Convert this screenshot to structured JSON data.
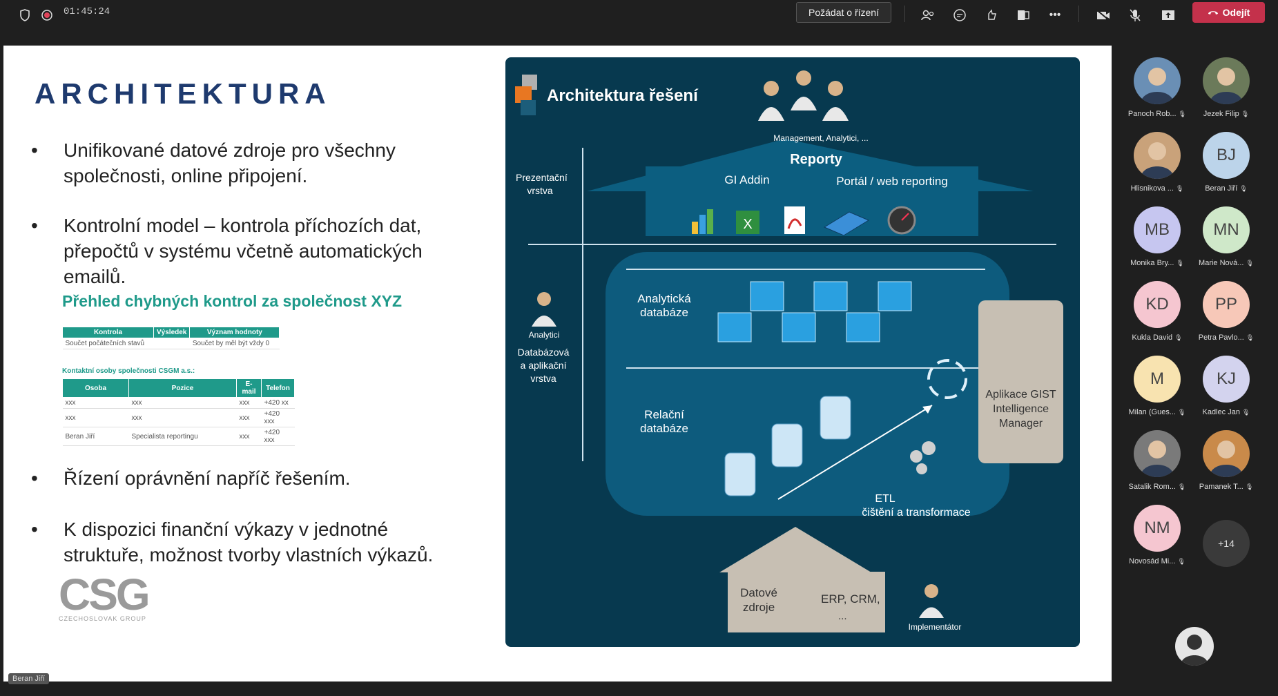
{
  "topbar": {
    "timer": "01:45:24",
    "control_btn": "Požádat o řízení",
    "leave_btn": "Odejít"
  },
  "slide": {
    "title": "ARCHITEKTURA",
    "bullets": [
      [
        "Unifikované datové zdroje pro všechny",
        "společnosti, online připojení."
      ],
      [
        "Kontrolní model – kontrola příchozích dat,",
        "přepočtů v systému včetně automatických",
        "emailů."
      ],
      [
        "Řízení oprávnění napříč řešením."
      ],
      [
        "K dispozici finanční výkazy v jednotné",
        "struktuře, možnost tvorby vlastních výkazů."
      ]
    ],
    "subhead": "Přehled chybných kontrol za společnost XYZ",
    "table1": {
      "headers": [
        "Kontrola",
        "Výsledek",
        "Význam hodnoty"
      ],
      "rows": [
        [
          "Součet počátečních stavů",
          "",
          "Součet by měl být vždy 0"
        ]
      ]
    },
    "table2_caption": "Kontaktní osoby společnosti CSGM a.s.:",
    "table2": {
      "headers": [
        "Osoba",
        "Pozice",
        "E-mail",
        "Telefon"
      ],
      "rows": [
        [
          "xxx",
          "xxx",
          "xxx",
          "+420 xx"
        ],
        [
          "xxx",
          "xxx",
          "xxx",
          "+420 xxx"
        ],
        [
          "Beran Jiří",
          "Specialista reportingu",
          "xxx",
          "+420 xxx"
        ]
      ]
    },
    "logo": {
      "big": "CSG",
      "small": "CZECHOSLOVAK GROUP"
    },
    "diagram": {
      "title": "Architektura řešení",
      "users_caption": "Management, Analytici, ...",
      "reporty": "Reporty",
      "gi_addin": "GI Addin",
      "portal": "Portál / web reporting",
      "prezentacni": "Prezentační vrstva",
      "analytici": "Analytici",
      "db_layer": "Databázová a aplikační vrstva",
      "analyticka": "Analytická databáze",
      "relacni": "Relační databáze",
      "etl": "ETL",
      "etl_sub": "čištění a transformace",
      "app": "Aplikace GIST Intelligence Manager",
      "datove": "Datové zdroje",
      "erp": "ERP, CRM,",
      "erp_more": "...",
      "implementator": "Implementátor"
    },
    "presenter_tag": "Beran Jiří"
  },
  "participants": [
    {
      "name": "Panoch Rob...",
      "initials": "",
      "color": "#6a8fb5",
      "photo": true
    },
    {
      "name": "Jezek Filip",
      "initials": "",
      "color": "#6b7a5a",
      "photo": true
    },
    {
      "name": "Hlisnikova ...",
      "initials": "",
      "color": "#c9a27a",
      "photo": true
    },
    {
      "name": "Beran Jiří",
      "initials": "BJ",
      "color": "#bcd4ea"
    },
    {
      "name": "Monika Bry...",
      "initials": "MB",
      "color": "#c6c6f0"
    },
    {
      "name": "Marie Nová...",
      "initials": "MN",
      "color": "#cfe8c9"
    },
    {
      "name": "Kukla David",
      "initials": "KD",
      "color": "#f5c6d0"
    },
    {
      "name": "Petra Pavlo...",
      "initials": "PP",
      "color": "#f7c8b8"
    },
    {
      "name": "Milan (Gues...",
      "initials": "M",
      "color": "#f8e3b0"
    },
    {
      "name": "Kadlec Jan",
      "initials": "KJ",
      "color": "#d3d3ee"
    },
    {
      "name": "Satalik Rom...",
      "initials": "",
      "color": "#7a7a7a",
      "photo": true
    },
    {
      "name": "Pamanek T...",
      "initials": "",
      "color": "#c98a4a",
      "photo": true
    },
    {
      "name": "Novosád Mi...",
      "initials": "NM",
      "color": "#f5c6d0"
    }
  ],
  "more_count": "+14"
}
